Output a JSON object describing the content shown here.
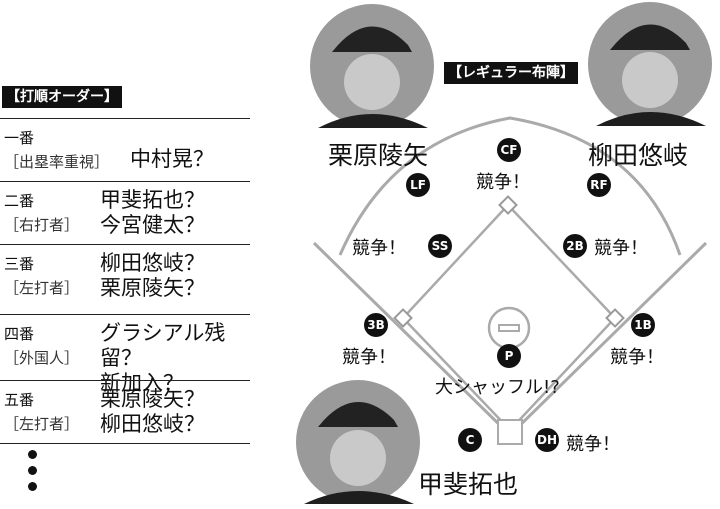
{
  "batting_order": {
    "title": "【打順オーダー】",
    "rows": [
      {
        "num": "一番",
        "role": "［出塁率重視］",
        "names": [
          "中村晃？"
        ]
      },
      {
        "num": "二番",
        "role": "［右打者］",
        "names": [
          "甲斐拓也？",
          "今宮健太？"
        ]
      },
      {
        "num": "三番",
        "role": "［左打者］",
        "names": [
          "柳田悠岐？",
          "栗原陵矢？"
        ]
      },
      {
        "num": "四番",
        "role": "［外国人］",
        "names": [
          "グラシアル残留？",
          "新加入？"
        ]
      },
      {
        "num": "五番",
        "role": "［左打者］",
        "names": [
          "栗原陵矢？",
          "柳田悠岐？"
        ]
      }
    ]
  },
  "field": {
    "title": "【レギュラー布陣】",
    "players": {
      "left": "栗原陵矢",
      "right": "柳田悠岐",
      "bottom": "甲斐拓也"
    },
    "positions": {
      "cf": "CF",
      "lf": "LF",
      "rf": "RF",
      "ss": "SS",
      "second": "2B",
      "third": "3B",
      "first": "1B",
      "pitcher": "P",
      "catcher": "C",
      "dh": "DH"
    },
    "notes": {
      "cf": "競争！",
      "ss": "競争！",
      "second": "競争！",
      "third": "競争！",
      "first": "競争！",
      "pitcher": "大シャッフル!?",
      "dh": "競争！"
    }
  }
}
